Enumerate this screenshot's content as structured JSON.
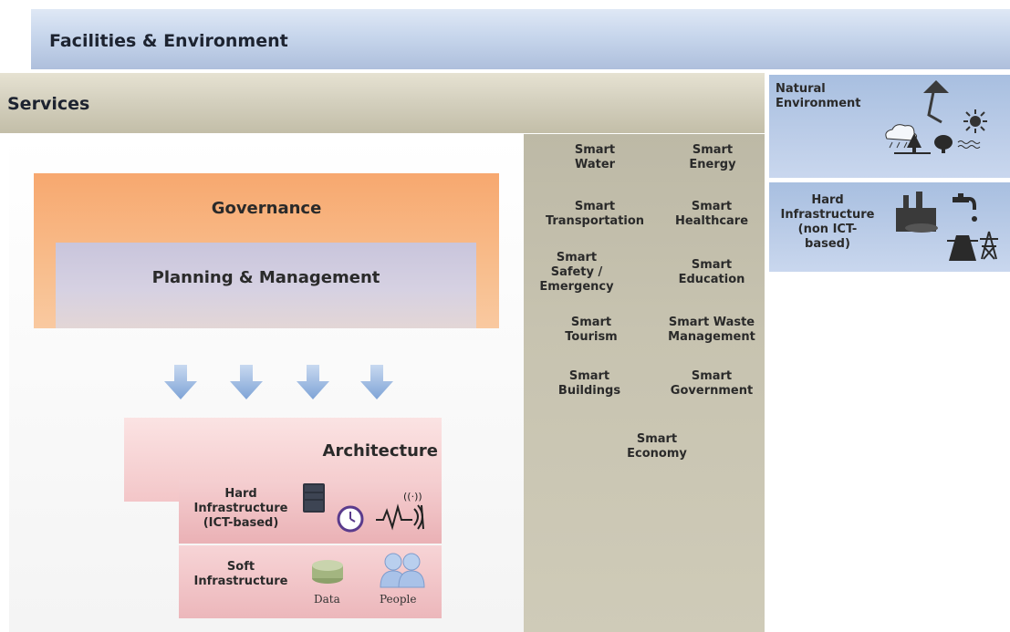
{
  "facilities": {
    "title": "Facilities & Environment"
  },
  "services": {
    "title": "Services",
    "items": [
      "Smart\nWater",
      "Smart\nEnergy",
      "Smart\nTransportation",
      "Smart\nHealthcare",
      "Smart\nSafety /\nEmergency",
      "Smart\nEducation",
      "Smart\nTourism",
      "Smart Waste\nManagement",
      "Smart\nBuildings",
      "Smart\nGovernment",
      "Smart\nEconomy"
    ]
  },
  "governance": {
    "title": "Governance"
  },
  "planning": {
    "title": "Planning & Management"
  },
  "architecture": {
    "title": "Architecture",
    "hard_ict": "Hard\nInfrastructure\n(ICT-based)",
    "soft": "Soft\nInfrastructure",
    "data_label": "Data",
    "people_label": "People"
  },
  "natural_environment": {
    "title": "Natural\nEnvironment"
  },
  "hard_non_ict": {
    "title": "Hard\nInfrastructure\n(non ICT-\nbased)"
  },
  "colors": {
    "facilities": "#c7d6ec",
    "services": "#d3cfbd",
    "governance": "#f7a86f",
    "planning": "#d6d1e2",
    "architecture": "#f3c6c8",
    "arrow": "#8fb0dc"
  },
  "icons": [
    "down-arrow-icon",
    "server-icon",
    "clock-icon",
    "wireless-signal-icon",
    "data-disk-icon",
    "people-icon",
    "weather-icon",
    "mountain-icon",
    "sun-icon",
    "tree-icon",
    "factory-icon",
    "water-tap-icon",
    "road-icon",
    "power-pylon-icon"
  ]
}
